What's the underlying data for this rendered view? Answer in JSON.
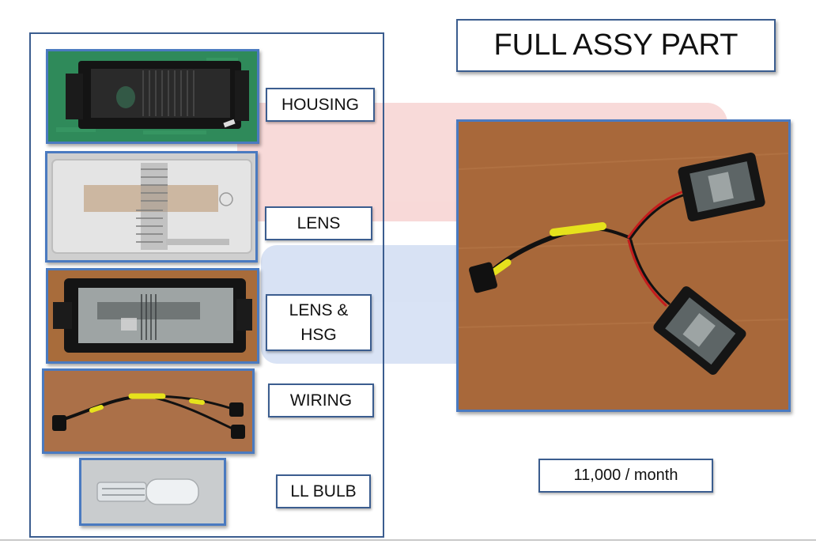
{
  "slide": {
    "title": "FULL ASSY PART",
    "capacity": "11,000 / month"
  },
  "parts": [
    {
      "label_lines": [
        "HOUSING"
      ]
    },
    {
      "label_lines": [
        "LENS"
      ]
    },
    {
      "label_lines": [
        "LENS &",
        "HSG"
      ]
    },
    {
      "label_lines": [
        "WIRING"
      ]
    },
    {
      "label_lines": [
        "LL BULB"
      ]
    }
  ],
  "colors": {
    "border": "#3b5d8f",
    "photo_border": "#4a7ac0",
    "wire_tape": "#e6e21c",
    "wire_red": "#c41d1d",
    "table_wood": "#a8683a"
  }
}
